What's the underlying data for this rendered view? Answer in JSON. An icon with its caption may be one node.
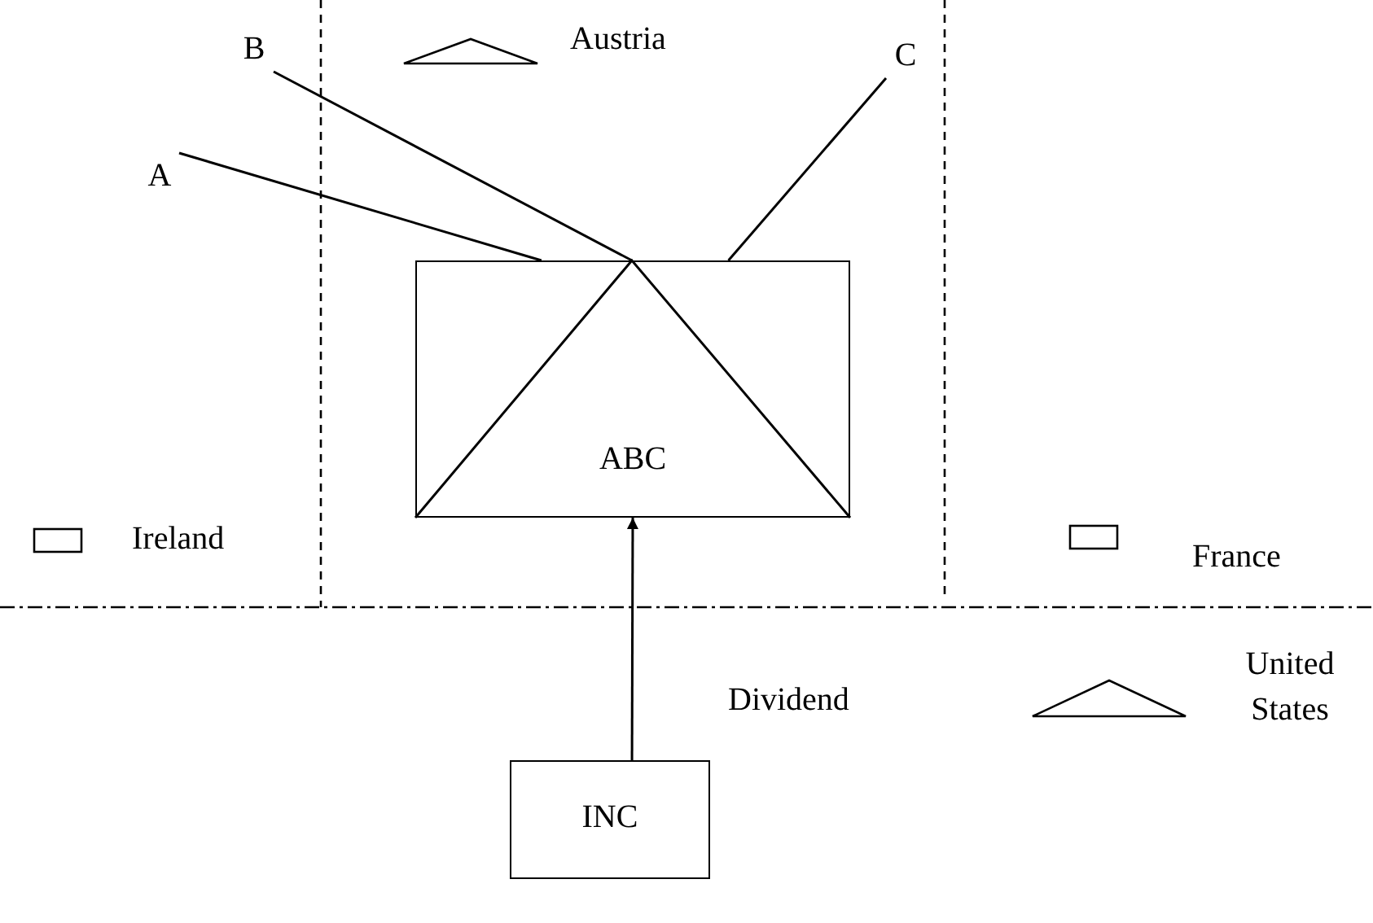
{
  "diagram": {
    "nodes": [
      {
        "text": [
          "ABC"
        ]
      },
      {
        "text": [
          "INC"
        ]
      },
      {
        "text": [
          "A"
        ]
      },
      {
        "text": [
          "B"
        ]
      },
      {
        "text": [
          "C"
        ]
      }
    ],
    "edges": [
      {
        "from": 2,
        "to": 0,
        "arrow": "none"
      },
      {
        "from": 3,
        "to": 0,
        "arrow": "none"
      },
      {
        "from": 4,
        "to": 0,
        "arrow": "none"
      },
      {
        "from": 1,
        "to": 0,
        "arrow": "to",
        "label": "Dividend"
      }
    ],
    "legend": [
      {
        "text": "Austria"
      },
      {
        "text": "Ireland"
      },
      {
        "text": "France"
      },
      {
        "text": "United States"
      }
    ]
  }
}
